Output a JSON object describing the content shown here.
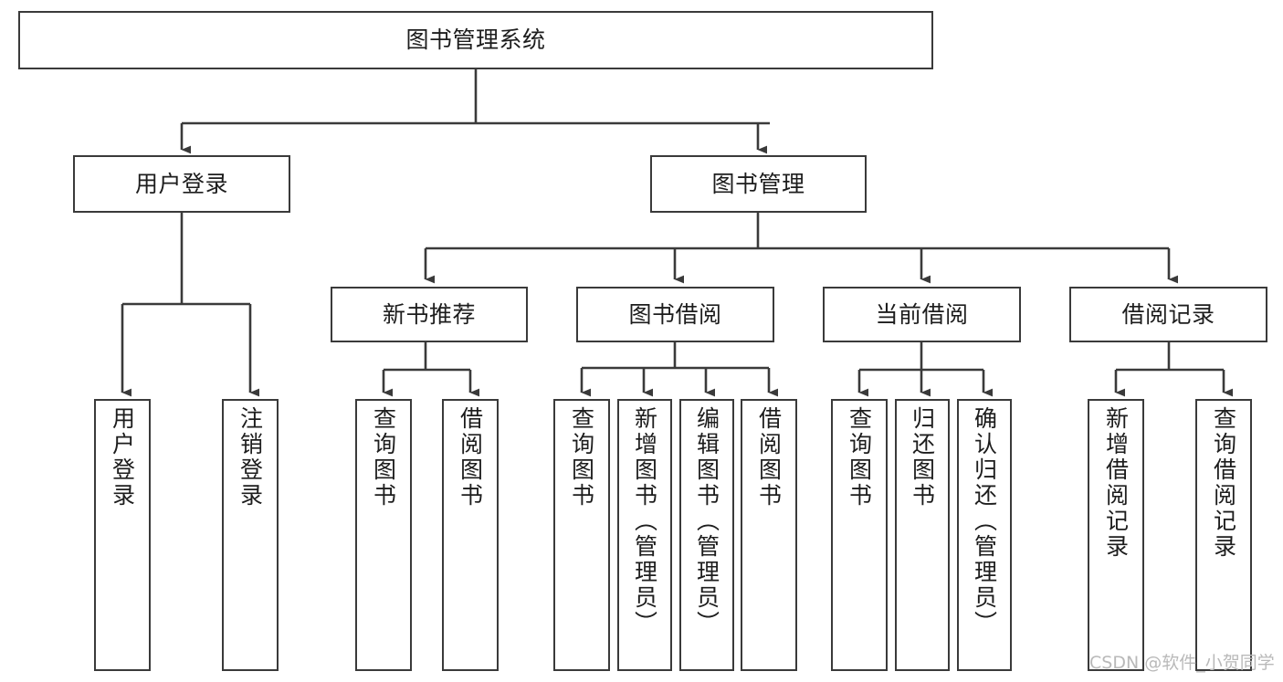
{
  "diagram": {
    "type": "hierarchy-tree",
    "title": "图书管理系统",
    "colors": {
      "box_border": "#3a3a3a",
      "box_fill": "#ffffff",
      "connector": "#3a3a3a",
      "text": "#1d1d1d",
      "watermark": "#b9b9b9",
      "background": "#ffffff"
    },
    "levels": {
      "root": {
        "label": "图书管理系统"
      },
      "level2": [
        {
          "label": "用户登录"
        },
        {
          "label": "图书管理"
        }
      ],
      "level3": [
        {
          "label": "新书推荐"
        },
        {
          "label": "图书借阅"
        },
        {
          "label": "当前借阅"
        },
        {
          "label": "借阅记录"
        }
      ],
      "leaves": {
        "user_login": [
          {
            "label": "用户登录"
          },
          {
            "label": "注销登录"
          }
        ],
        "new_book_recommend": [
          {
            "label": "查询图书"
          },
          {
            "label": "借阅图书"
          }
        ],
        "book_borrow": [
          {
            "label": "查询图书"
          },
          {
            "label": "新增图书（管理员）"
          },
          {
            "label": "编辑图书（管理员）"
          },
          {
            "label": "借阅图书"
          }
        ],
        "current_borrow": [
          {
            "label": "查询图书"
          },
          {
            "label": "归还图书"
          },
          {
            "label": "确认归还（管理员）"
          }
        ],
        "borrow_record": [
          {
            "label": "新增借阅记录"
          },
          {
            "label": "查询借阅记录"
          }
        ]
      }
    }
  },
  "watermark": {
    "text": "CSDN @软件_小贺同学"
  }
}
